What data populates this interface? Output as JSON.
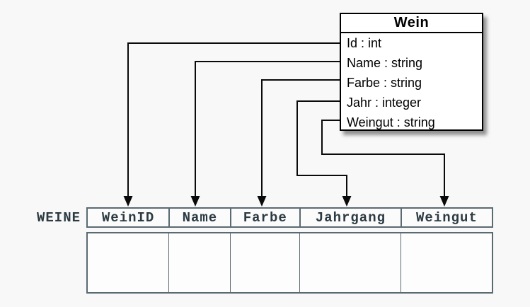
{
  "class_box": {
    "title": "Wein",
    "attributes": [
      "Id : int",
      "Name : string",
      "Farbe : string",
      "Jahr : integer",
      "Weingut : string"
    ]
  },
  "table": {
    "label": "WEINE",
    "columns": [
      "WeinID",
      "Name",
      "Farbe",
      "Jahrgang",
      "Weingut"
    ],
    "empty_body_rows": 1
  },
  "mappings": [
    {
      "from": "Id",
      "to": "WeinID"
    },
    {
      "from": "Name",
      "to": "Name"
    },
    {
      "from": "Farbe",
      "to": "Farbe"
    },
    {
      "from": "Jahr",
      "to": "Jahrgang"
    },
    {
      "from": "Weingut",
      "to": "Weingut"
    }
  ],
  "colors": {
    "page_background": "#f8f8f9",
    "connector": "#0a0a0a",
    "box_border": "#000000",
    "box_background": "#ffffff",
    "table_border": "#5b6a71",
    "table_text": "#2c3b42"
  }
}
